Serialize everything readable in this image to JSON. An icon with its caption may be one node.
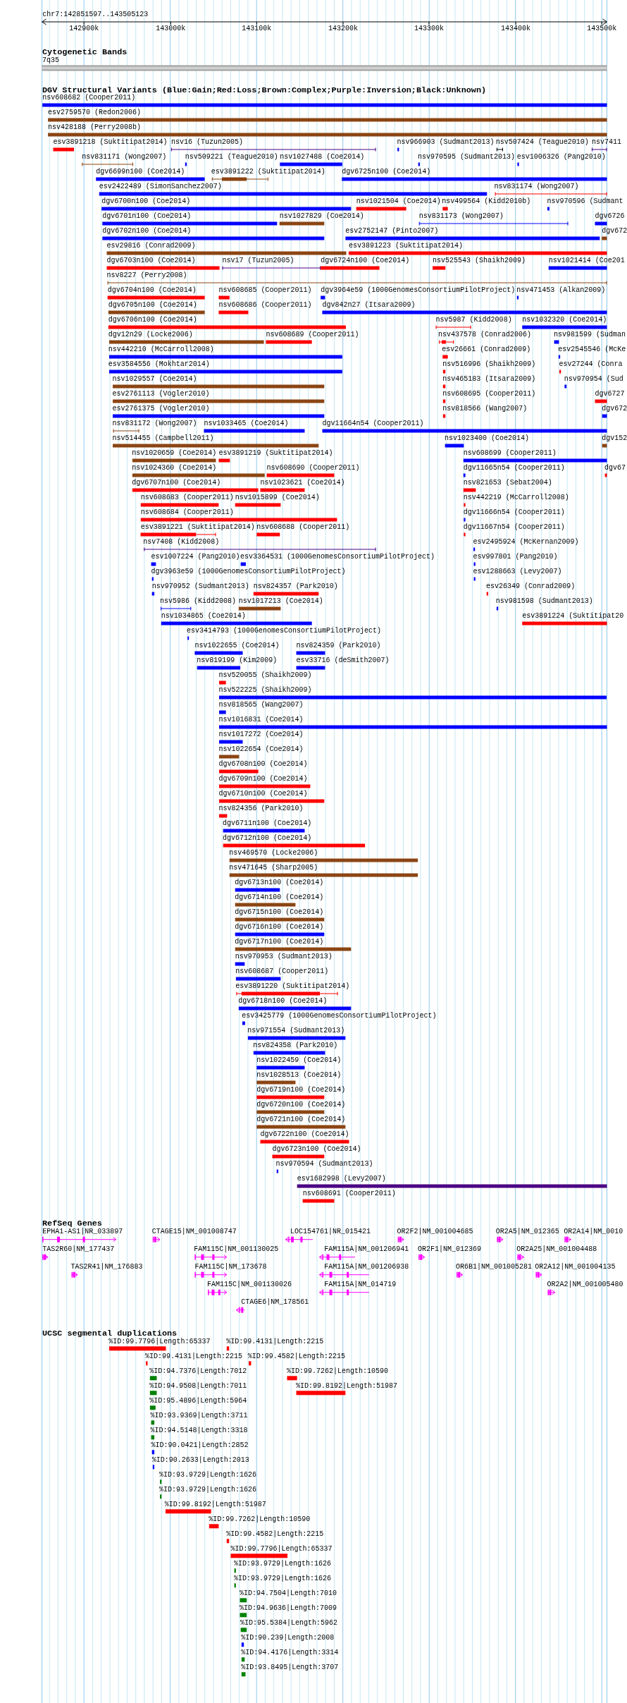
{
  "diagram": {
    "labels": [
      "chr7:142851597..143505123",
      "142900k",
      "143000k",
      "143100k",
      "143200k",
      "143300k",
      "143400k",
      "143500k",
      "Cytogenetic Bands",
      "7q35",
      "DGV Structural Variants (Blue:Gain;Red:Loss;Brown:Complex;Purple:Inversion;Black:Unknown)",
      "nsv608682 (Cooper2011)",
      "esv2759570 (Redon2006)",
      "nsv428188 (Perry2008b)",
      "esv3891218 (Suktitipat2014)",
      "nsv16 (Tuzun2005)",
      "nsv966903 (Sudmant2013)",
      "nsv507424 (Teague2010)",
      "nsv7411",
      "nsv831171 (Wong2007)",
      "nsv509221 (Teague2010)",
      "nsv1027488 (Coe2014)",
      "nsv970595 (Sudmant2013)",
      "esv1006326 (Pang2010)",
      "dgv6699n100 (Coe2014)",
      "esv3891222 (Suktitipat2014)",
      "dgv6725n100 (Coe2014)",
      "esv2422489 (SimonSanchez2007)",
      "nsv831174 (Wong2007)",
      "dgv6700n100 (Coe2014)",
      "nsv1021504 (Coe2014)",
      "nsv499564 (Kidd2010b)",
      "nsv970596 (Sudmant",
      "dgv6701n100 (Coe2014)",
      "nsv1027829 (Coe2014)",
      "nsv831173 (Wong2007)",
      "dgv6726",
      "dgv6702n100 (Coe2014)",
      "esv2752147 (Pinto2007)",
      "dgv672",
      "esv29816 (Conrad2009)",
      "esv3891223 (Suktitipat2014)",
      "dgv6703n100 (Coe2014)",
      "nsv17 (Tuzun2005)",
      "dgv6724n100 (Coe2014)",
      "nsv525543 (Shaikh2009)",
      "nsv1021414 (Coe201",
      "nsv8227 (Perry2008)",
      "dgv6704n100 (Coe2014)",
      "nsv608685 (Cooper2011)",
      "dgv3964e59 (1000GenomesConsortiumPilotProject)",
      "nsv471453 (Alkan2009)",
      "dgv6705n100 (Coe2014)",
      "nsv608686 (Cooper2011)",
      "dgv842n27 (Itsara2009)",
      "dgv6706n100 (Coe2014)",
      "nsv5987 (Kidd2008)",
      "nsv1032320 (Coe2014)",
      "dgv12n29 (Locke2006)",
      "nsv608689 (Cooper2011)",
      "nsv437578 (Conrad2006)",
      "nsv981599 (Sudman",
      "nsv442210 (McCarroll2008)",
      "esv26661 (Conrad2009)",
      "esv2545546 (McKe",
      "esv3584556 (Mokhtar2014)",
      "nsv516996 (Shaikh2009)",
      "esv27244 (Conra",
      "nsv1029557 (Coe2014)",
      "nsv465183 (Itsara2009)",
      "nsv970954 (Sud",
      "esv2761113 (Vogler2010)",
      "nsv608695 (Cooper2011)",
      "dgv6727",
      "esv2761375 (Vogler2010)",
      "nsv818566 (Wang2007)",
      "dgv672",
      "nsv831172 (Wong2007)",
      "nsv1033465 (Coe2014)",
      "dgv11664n54 (Cooper2011)",
      "nsv514455 (Campbell2011)",
      "nsv1023400 (Coe2014)",
      "dgv152",
      "nsv1020659 (Coe2014)",
      "esv3891219 (Suktitipat2014)",
      "nsv608699 (Cooper2011)",
      "nsv1024360 (Coe2014)",
      "nsv608690 (Cooper2011)",
      "dgv11665n54 (Cooper2011)",
      "dgv67",
      "dgv6707n100 (Coe2014)",
      "nsv1023621 (Coe2014)",
      "nsv821653 (Sebat2004)",
      "nsv608683 (Cooper2011)",
      "nsv1015899 (Coe2014)",
      "nsv442219 (McCarroll2008)",
      "nsv608684 (Cooper2011)",
      "dgv11666n54 (Cooper2011)",
      "esv3891221 (Suktitipat2014)",
      "nsv608688 (Cooper2011)",
      "dgv11667n54 (Cooper2011)",
      "nsv7408 (Kidd2008)",
      "esv2495924 (McKernan2009)",
      "esv1007224 (Pang2010)",
      "esv3364531 (1000GenomesConsortiumPilotProject)",
      "esv997801 (Pang2010)",
      "dgv3963e59 (1000GenomesConsortiumPilotProject)",
      "esv1288663 (Levy2007)",
      "nsv970952 (Sudmant2013)",
      "nsv824357 (Park2010)",
      "esv26349 (Conrad2009)",
      "nsv5986 (Kidd2008)",
      "nsv1017213 (Coe2014)",
      "nsv981598 (Sudmant2013)",
      "nsv1034865 (Coe2014)",
      "esv3891224 (Suktitipat20",
      "esv3414793 (1000GenomesConsortiumPilotProject)",
      "nsv1022655 (Coe2014)",
      "nsv824359 (Park2010)",
      "nsv819199 (Kim2009)",
      "esv33716 (deSmith2007)",
      "nsv520055 (Shaikh2009)",
      "nsv522225 (Shaikh2009)",
      "nsv818565 (Wang2007)",
      "nsv1016831 (Coe2014)",
      "nsv1017272 (Coe2014)",
      "nsv1022654 (Coe2014)",
      "dgv6708n100 (Coe2014)",
      "dgv6709n100 (Coe2014)",
      "dgv6710n100 (Coe2014)",
      "nsv824356 (Park2010)",
      "dgv6711n100 (Coe2014)",
      "dgv6712n100 (Coe2014)",
      "nsv469570 (Locke2006)",
      "nsv471645 (Sharp2005)",
      "dgv6713n100 (Coe2014)",
      "dgv6714n100 (Coe2014)",
      "dgv6715n100 (Coe2014)",
      "dgv6716n100 (Coe2014)",
      "dgv6717n100 (Coe2014)",
      "nsv970953 (Sudmant2013)",
      "nsv608687 (Cooper2011)",
      "esv3891220 (Suktitipat2014)",
      "dgv6718n100 (Coe2014)",
      "esv3425779 (1000GenomesConsortiumPilotProject)",
      "nsv971554 (Sudmant2013)",
      "nsv824358 (Park2010)",
      "nsv1022459 (Coe2014)",
      "nsv1028513 (Coe2014)",
      "dgv6719n100 (Coe2014)",
      "dgv6720n100 (Coe2014)",
      "dgv6721n100 (Coe2014)",
      "dgv6722n100 (Coe2014)",
      "dgv6723n100 (Coe2014)",
      "nsv970594 (Sudmant2013)",
      "esv1682998 (Levy2007)",
      "nsv608691 (Cooper2011)",
      "RefSeq Genes",
      "EPHA1-AS1|NR_033897",
      "CTAGE15|NM_001008747",
      "LOC154761|NR_015421",
      "OR2F2|NM_001004685",
      "OR2A5|NM_012365",
      "OR2A14|NM_0010",
      "TAS2R60|NM_177437",
      "FAM115C|NM_001130025",
      "FAM115A|NM_001206941",
      "OR2F1|NM_012369",
      "OR2A25|NM_001004488",
      "TAS2R41|NM_176883",
      "FAM115C|NM_173678",
      "FAM115A|NM_001206938",
      "OR6B1|NM_001005281",
      "OR2A12|NM_001004135",
      "FAM115C|NM_001130026",
      "FAM115A|NM_014719",
      "OR2A2|NM_001005480",
      "CTAGE6|NM_178561",
      "UCSC segmental duplications",
      "%ID:99.7796|Length:65337",
      "%ID:99.4131|Length:2215",
      "%ID:99.4131|Length:2215",
      "%ID:99.4582|Length:2215",
      "%ID:94.7376|Length:7012",
      "%ID:99.7262|Length:10590",
      "%ID:94.9508|Length:7011",
      "%ID:99.8192|Length:51987",
      "%ID:95.4896|Length:5964",
      "%ID:93.9369|Length:3711",
      "%ID:94.5148|Length:3318",
      "%ID:90.0421|Length:2852",
      "%ID:90.2633|Length:2013",
      "%ID:93.9729|Length:1626",
      "%ID:93.9729|Length:1626",
      "%ID:99.8192|Length:51987",
      "%ID:99.7262|Length:10590",
      "%ID:99.4582|Length:2215",
      "%ID:99.7796|Length:65337",
      "%ID:93.9729|Length:1626",
      "%ID:93.9729|Length:1626",
      "%ID:94.7504|Length:7010",
      "%ID:94.9636|Length:7009",
      "%ID:95.5384|Length:5962",
      "%ID:90.239|Length:2008",
      "%ID:94.4176|Length:3314",
      "%ID:93.8495|Length:3707"
    ]
  }
}
